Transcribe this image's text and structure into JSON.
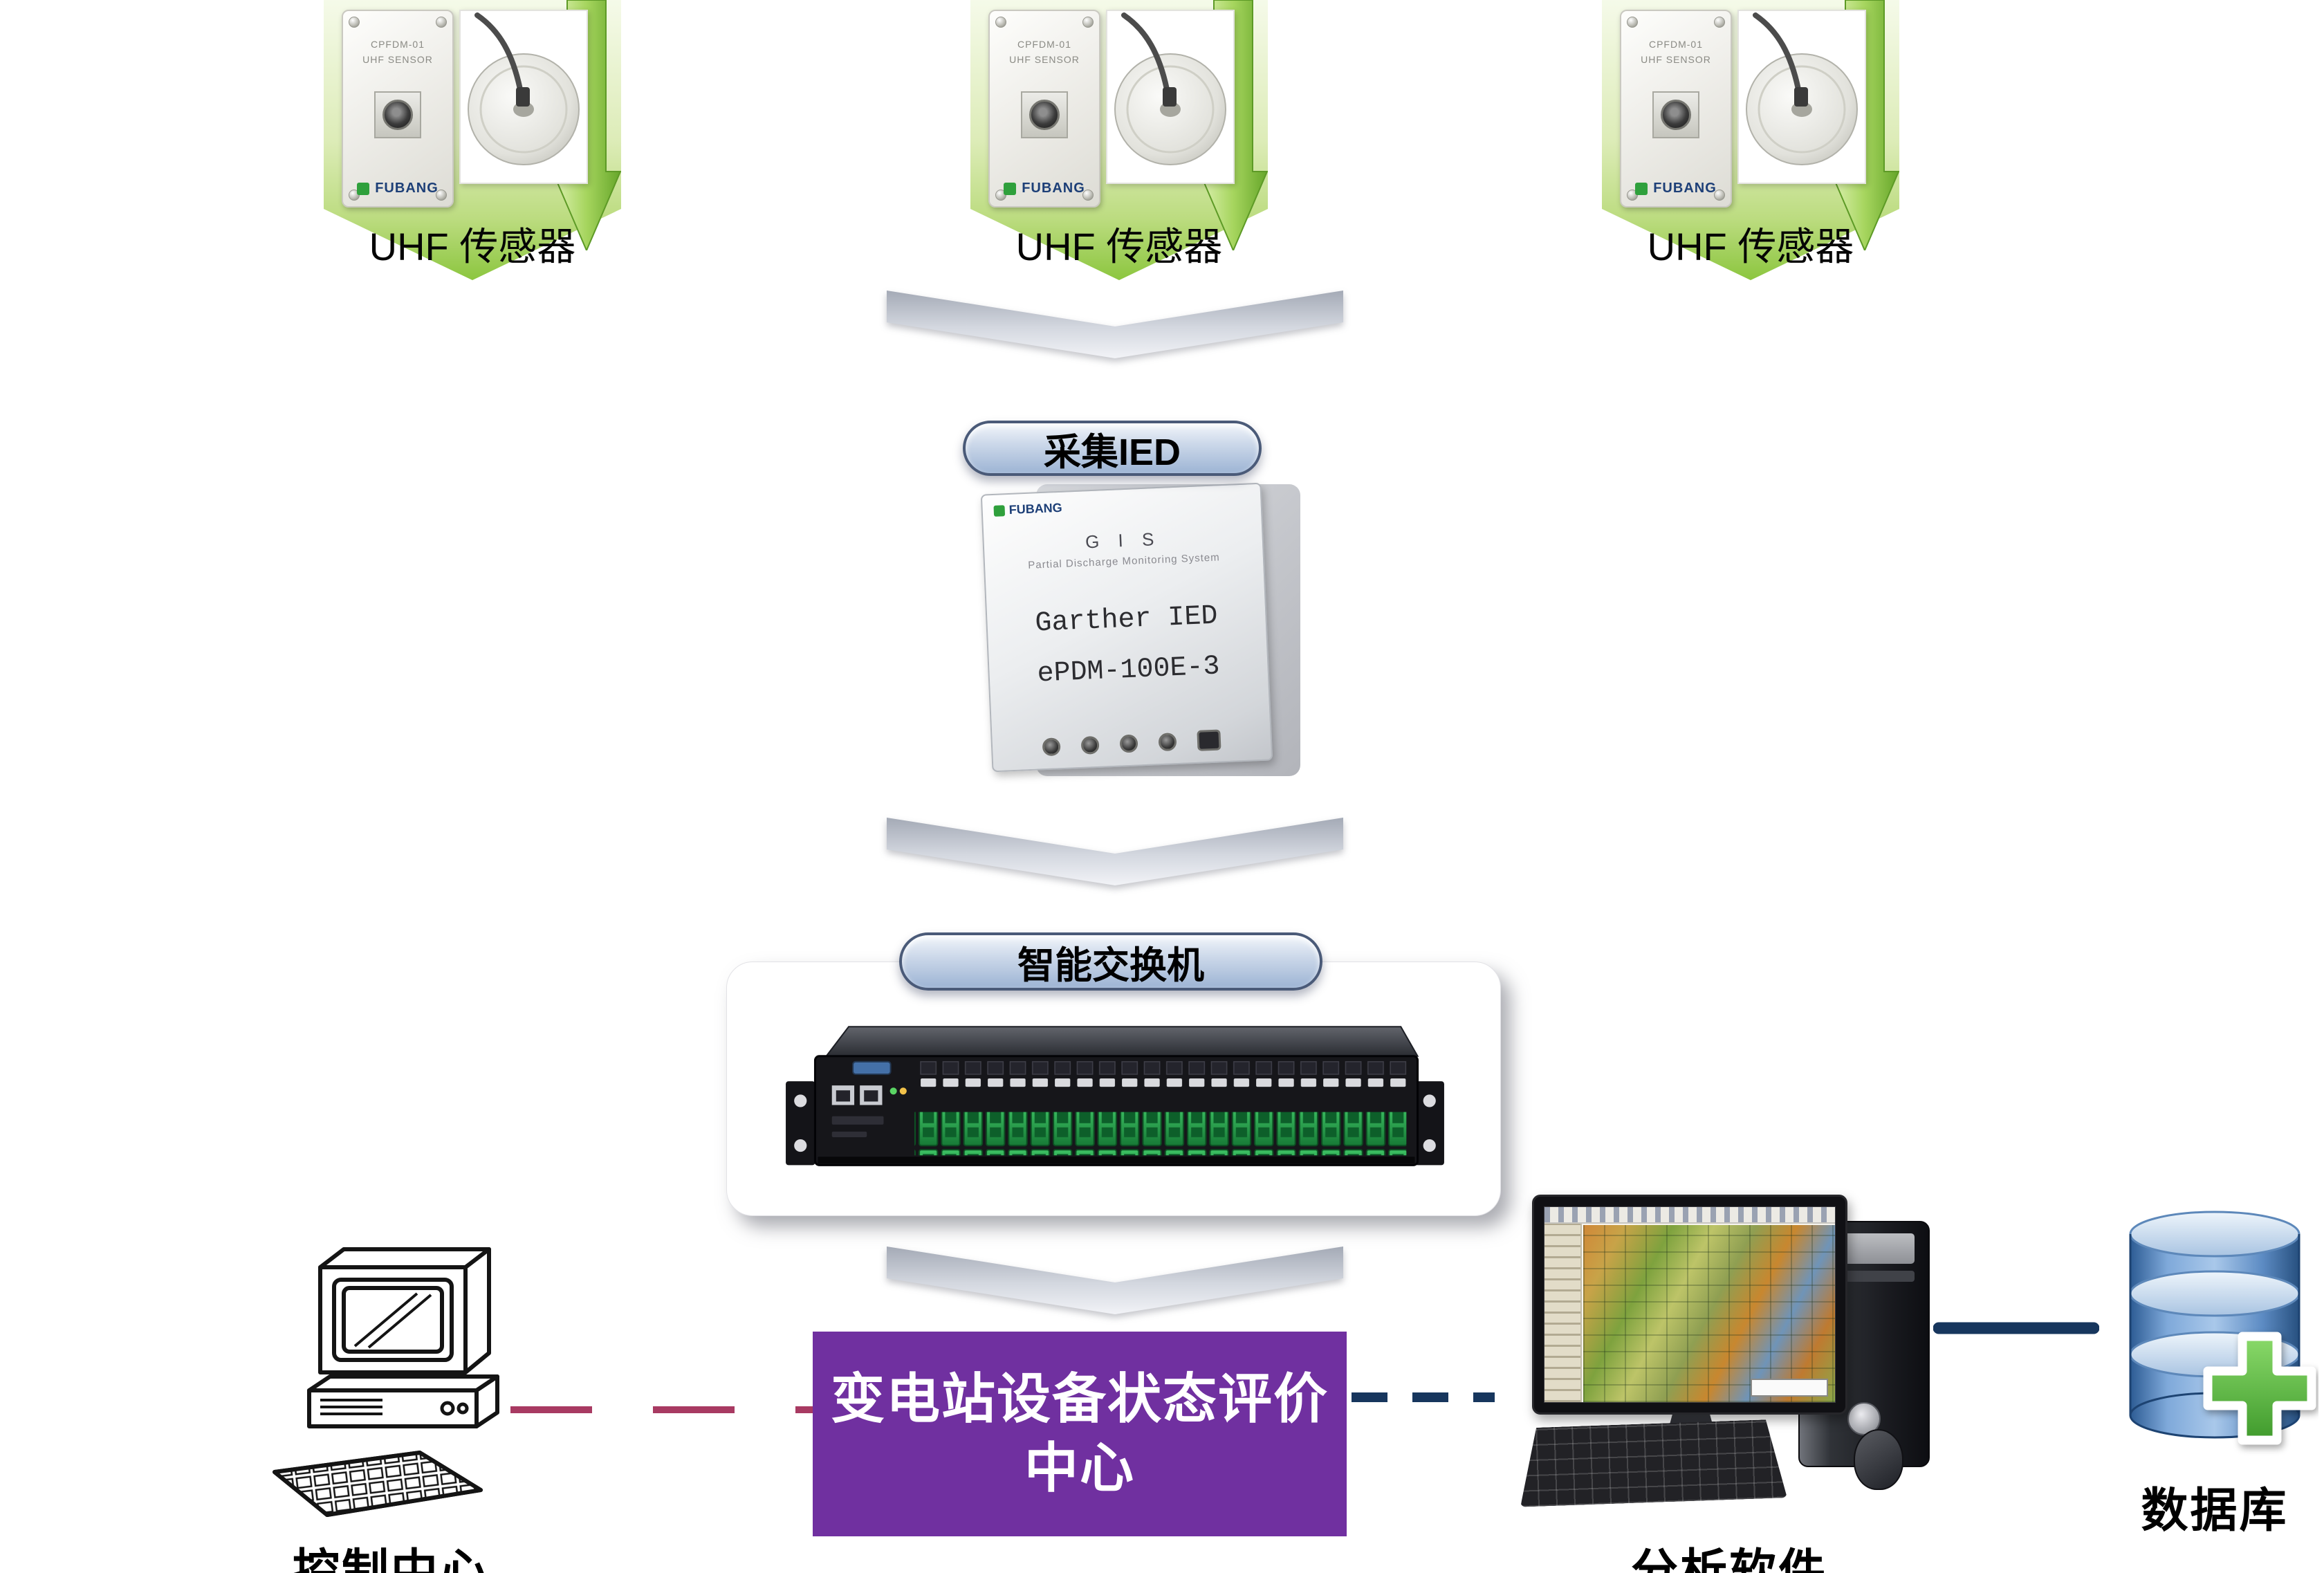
{
  "colors": {
    "purple_box": "#7030A0",
    "navy_line": "#17365D",
    "crimson_line": "#A83A62",
    "banner_green": "#8CC63F",
    "pill_border": "#4A5A78",
    "switch_port_green": "#1E8F42",
    "database_blue": "#3D6FA8",
    "plus_green": "#5CB847"
  },
  "sensors": [
    {
      "label": "UHF 传感器"
    },
    {
      "label": "UHF 传感器"
    },
    {
      "label": "UHF 传感器"
    }
  ],
  "sensor_card": {
    "model": "CPFDM-01",
    "type": "UHF SENSOR",
    "brand": "FUBANG"
  },
  "ied": {
    "pill": "采集IED",
    "brand": "FUBANG",
    "system_line1": "G I S",
    "system_line2": "Partial Discharge Monitoring System",
    "device_name": "Garther IED",
    "device_model": "ePDM-100E-3"
  },
  "switch": {
    "pill": "智能交换机"
  },
  "bottom": {
    "control_center_label": "控制中心",
    "center_line1": "变电站设备状态评价",
    "center_line2": "中心",
    "analysis_label": "分析软件",
    "database_label": "数据库"
  }
}
